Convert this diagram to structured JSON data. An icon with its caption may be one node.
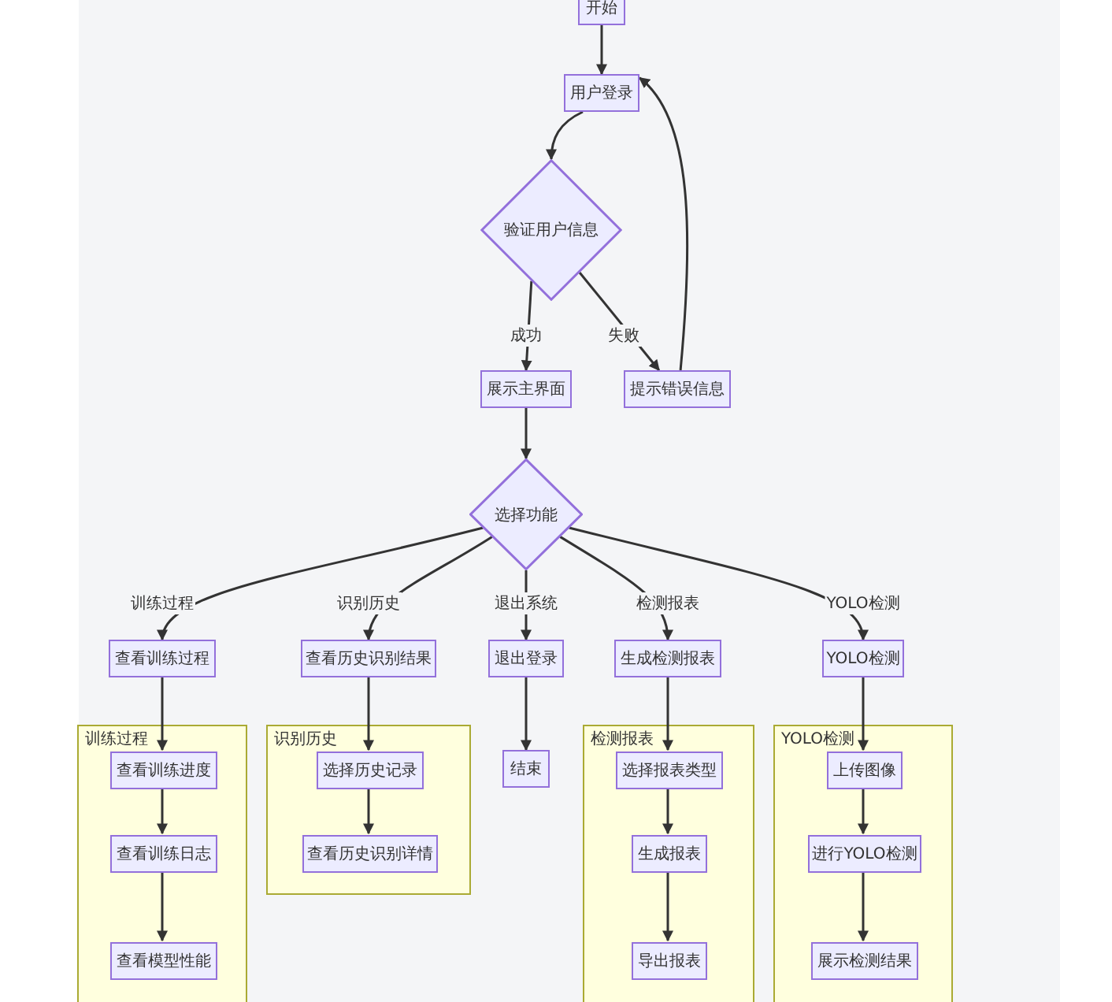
{
  "diagram": {
    "nodes": [
      {
        "text": [
          "开始"
        ]
      },
      {
        "text": [
          "用户登录"
        ]
      },
      {
        "text": [
          "验证用户信息"
        ]
      },
      {
        "text": [
          "展示主界面"
        ]
      },
      {
        "text": [
          "提示错误信息"
        ]
      },
      {
        "text": [
          "选择功能"
        ]
      },
      {
        "text": [
          "查看训练过程"
        ]
      },
      {
        "text": [
          "查看历史识别结果"
        ]
      },
      {
        "text": [
          "退出登录"
        ]
      },
      {
        "text": [
          "生成检测报表"
        ]
      },
      {
        "text": [
          "YOLO检测"
        ]
      },
      {
        "text": [
          "训练过程"
        ]
      },
      {
        "text": [
          "查看训练进度"
        ],
        "in": 11
      },
      {
        "text": [
          "查看训练日志"
        ],
        "in": 11
      },
      {
        "text": [
          "查看模型性能"
        ],
        "in": 11
      },
      {
        "text": [
          "识别历史"
        ]
      },
      {
        "text": [
          "选择历史记录"
        ],
        "in": 15
      },
      {
        "text": [
          "查看历史识别详情"
        ],
        "in": 15
      },
      {
        "text": [
          "结束"
        ]
      },
      {
        "text": [
          "检测报表"
        ]
      },
      {
        "text": [
          "选择报表类型"
        ],
        "in": 19
      },
      {
        "text": [
          "生成报表"
        ],
        "in": 19
      },
      {
        "text": [
          "导出报表"
        ],
        "in": 19
      },
      {
        "text": [
          "YOLO检测"
        ]
      },
      {
        "text": [
          "上传图像"
        ],
        "in": 23
      },
      {
        "text": [
          "进行YOLO检测"
        ],
        "in": 23
      },
      {
        "text": [
          "展示检测结果"
        ],
        "in": 23
      }
    ],
    "edges": [
      {
        "from": 0,
        "to": 1,
        "arrow": "to"
      },
      {
        "from": 1,
        "to": 2,
        "arrow": "to"
      },
      {
        "from": 2,
        "to": 3,
        "arrow": "to",
        "label": "成功"
      },
      {
        "from": 2,
        "to": 4,
        "arrow": "to",
        "label": "失败"
      },
      {
        "from": 4,
        "to": 1,
        "arrow": "to"
      },
      {
        "from": 3,
        "to": 5,
        "arrow": "to"
      },
      {
        "from": 5,
        "to": 6,
        "arrow": "to",
        "label": "训练过程"
      },
      {
        "from": 5,
        "to": 7,
        "arrow": "to",
        "label": "识别历史"
      },
      {
        "from": 5,
        "to": 8,
        "arrow": "to",
        "label": "退出系统"
      },
      {
        "from": 5,
        "to": 9,
        "arrow": "to",
        "label": "检测报表"
      },
      {
        "from": 5,
        "to": 10,
        "arrow": "to",
        "label": "YOLO检测"
      },
      {
        "from": 6,
        "to": 12,
        "arrow": "to"
      },
      {
        "from": 12,
        "to": 13,
        "arrow": "to"
      },
      {
        "from": 13,
        "to": 14,
        "arrow": "to"
      },
      {
        "from": 7,
        "to": 16,
        "arrow": "to"
      },
      {
        "from": 16,
        "to": 17,
        "arrow": "to"
      },
      {
        "from": 8,
        "to": 18,
        "arrow": "to"
      },
      {
        "from": 9,
        "to": 20,
        "arrow": "to"
      },
      {
        "from": 20,
        "to": 21,
        "arrow": "to"
      },
      {
        "from": 21,
        "to": 22,
        "arrow": "to"
      },
      {
        "from": 10,
        "to": 24,
        "arrow": "to"
      },
      {
        "from": 24,
        "to": 25,
        "arrow": "to"
      },
      {
        "from": 25,
        "to": 26,
        "arrow": "to"
      }
    ]
  }
}
